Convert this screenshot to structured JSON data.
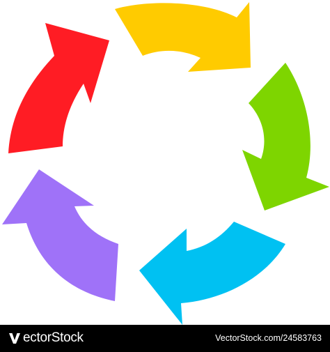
{
  "colors": {
    "yellow": "#FFCB00",
    "green": "#7ED500",
    "blue": "#00C1F2",
    "purple": "#9F72F8",
    "red": "#FF1C24",
    "footer_bg": "#000000",
    "footer_text": "#FFFFFF"
  },
  "arrows": [
    {
      "name": "yellow-arrow",
      "color_key": "yellow"
    },
    {
      "name": "green-arrow",
      "color_key": "green"
    },
    {
      "name": "blue-arrow",
      "color_key": "blue"
    },
    {
      "name": "purple-arrow",
      "color_key": "purple"
    },
    {
      "name": "red-arrow",
      "color_key": "red"
    }
  ],
  "footer": {
    "brand_text": "ectorStock",
    "brand_mark": "V",
    "image_id_text": "VectorStock.com/24583763"
  }
}
